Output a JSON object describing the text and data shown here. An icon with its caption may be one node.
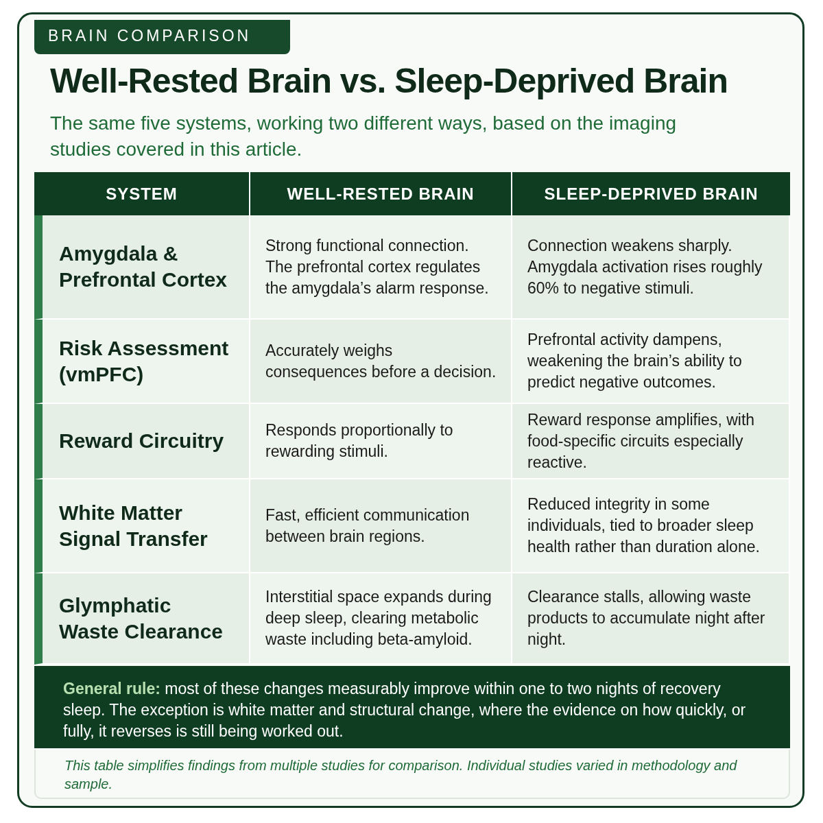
{
  "diagram": {
    "title": "Well-Rested Brain vs. Sleep-Deprived Brain",
    "labels": [
      "BRAIN COMPARISON",
      "The same five systems, working two different ways, based on the imaging studies covered in this article.",
      "SYSTEM",
      "WELL-RESTED BRAIN",
      "SLEEP-DEPRIVED BRAIN",
      "Amygdala & Prefrontal Cortex",
      "Strong functional connection. The prefrontal cortex regulates the amygdala’s alarm response.",
      "Connection weakens sharply. Amygdala activation rises roughly 60% to negative stimuli.",
      "Risk Assessment (vmPFC)",
      "Accurately weighs consequences before a decision.",
      "Prefrontal activity dampens, weakening the brain’s ability to predict negative outcomes.",
      "Reward Circuitry",
      "Responds proportionally to rewarding stimuli.",
      "Reward response amplifies, with food-specific circuits especially reactive.",
      "White Matter Signal Transfer",
      "Fast, efficient communication between brain regions.",
      "Reduced integrity in some individuals, tied to broader sleep health rather than duration alone.",
      "Glymphatic Waste Clearance",
      "Interstitial space expands during deep sleep, clearing metabolic waste including beta-amyloid.",
      "Clearance stalls, allowing waste products to accumulate night after night.",
      "**General rule:** most of these changes measurably improve within one to two nights of recovery sleep. The exception is white matter and structural change, where the evidence on how quickly, or fully, it reverses is still being worked out.",
      "This table simplifies findings from multiple studies for comparison. Individual studies varied in methodology and sample."
    ]
  }
}
